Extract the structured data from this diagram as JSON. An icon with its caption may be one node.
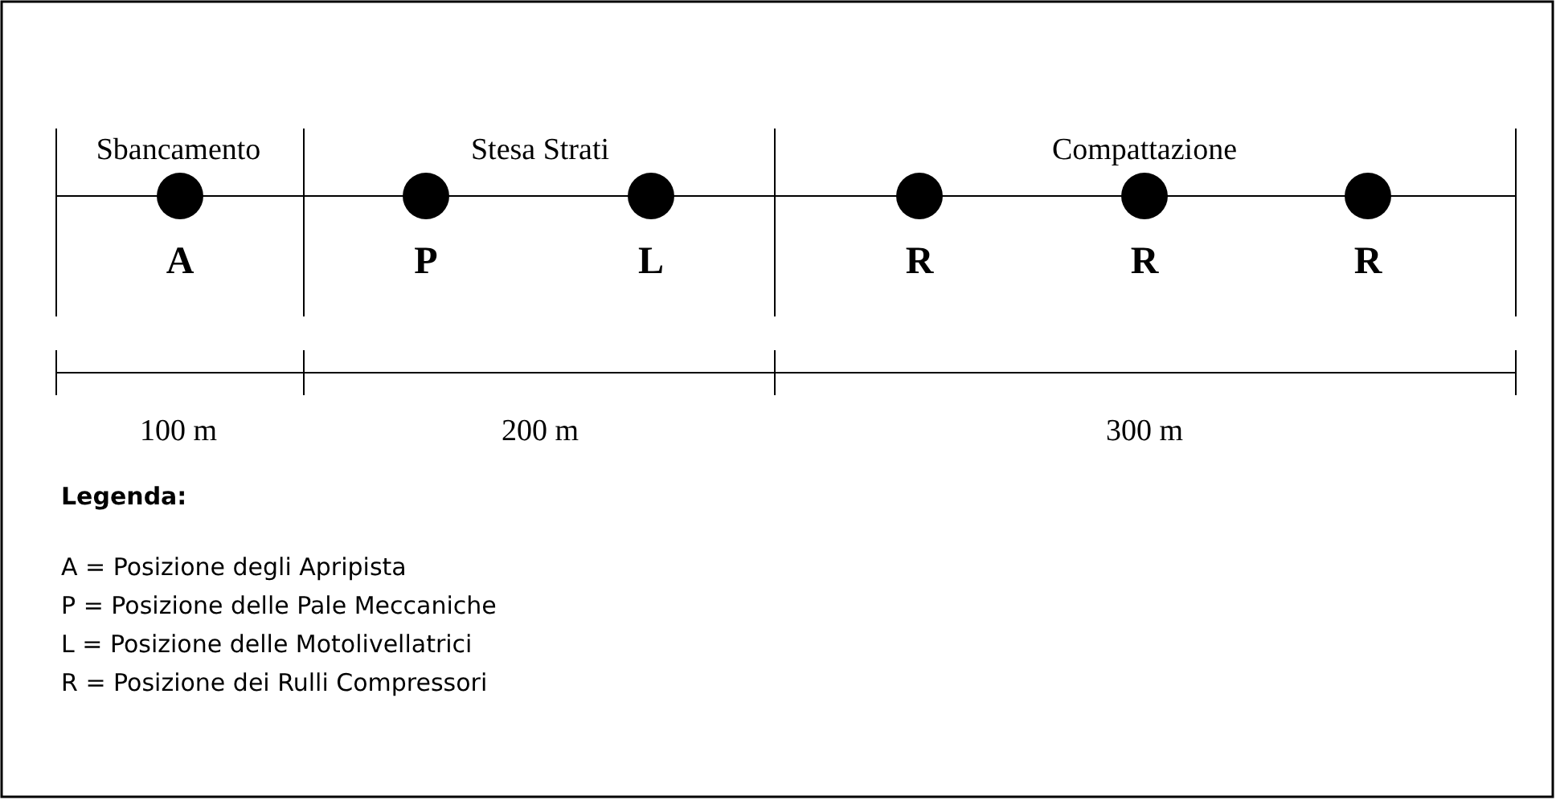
{
  "diagram": {
    "nodes": [
      {
        "text": [],
        "shape": "circle",
        "beside": [
          "A"
        ]
      },
      {
        "text": [],
        "shape": "circle",
        "beside": [
          "P"
        ]
      },
      {
        "text": [],
        "shape": "circle",
        "beside": [
          "L"
        ]
      },
      {
        "text": [],
        "shape": "circle",
        "beside": [
          "R"
        ]
      },
      {
        "text": [],
        "shape": "circle",
        "beside": [
          "R"
        ]
      },
      {
        "text": [],
        "shape": "circle",
        "beside": [
          "R"
        ]
      }
    ],
    "labels": [
      "Sbancamento",
      "Stesa Strati",
      "Compattazione",
      "100 m",
      "200 m",
      "300 m",
      "Legenda:",
      "A = Posizione degli Apripista",
      "P = Posizione delle Pale Meccaniche",
      "L = Posizione delle Motolivellatrici",
      "R = Posizione dei Rulli Compressori"
    ]
  }
}
